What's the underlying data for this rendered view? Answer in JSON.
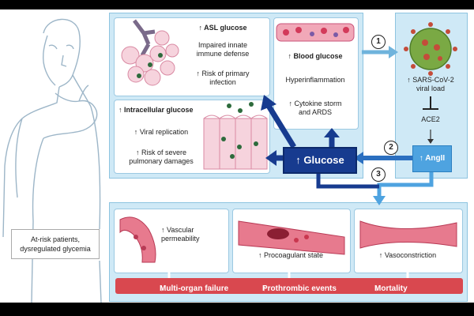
{
  "patient": {
    "label_line1": "At-risk patients,",
    "label_line2": "dysregulated glycemia"
  },
  "asl": {
    "title": "ASL glucose",
    "line1": "Impaired innate",
    "line2": "immune defense",
    "line3": "Risk of primary",
    "line4": "infection"
  },
  "blood": {
    "title": "Blood glucose",
    "line1": "Hyperinflammation",
    "line2": "Cytokine storm",
    "line3": "and ARDS"
  },
  "intracellular": {
    "title": "Intracellular glucose",
    "line1": "Viral replication",
    "line2": "Risk of severe",
    "line3": "pulmonary damages"
  },
  "virus": {
    "line1": "SARS-CoV-2",
    "line2": "viral load",
    "ace2": "ACE2"
  },
  "glucose_label": "Glucose",
  "angii_label": "AngII",
  "arrow_prefix": "↑",
  "steps": {
    "one": "1",
    "two": "2",
    "three": "3"
  },
  "vascular": {
    "perm_line1": "Vascular",
    "perm_line2": "permeability",
    "procoag": "Procoagulant state",
    "vasocon": "Vasoconstriction"
  },
  "outcomes": {
    "a": "Multi-organ failure",
    "b": "Prothrombic events",
    "c": "Mortality"
  },
  "colors": {
    "panel": "#cfe9f6",
    "glucose": "#173b8f",
    "angii": "#4ea3e0",
    "banner": "#d9484f"
  }
}
